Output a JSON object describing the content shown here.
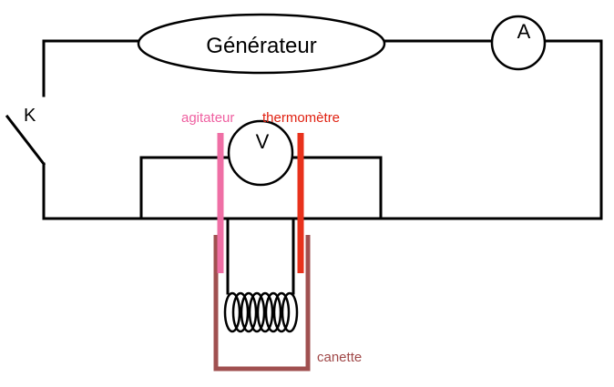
{
  "diagram": {
    "generator_label": "Générateur",
    "ammeter_label": "A",
    "voltmeter_label": "V",
    "switch_label": "K",
    "stirrer_label": "agitateur",
    "thermometer_label": "thermomètre",
    "can_label": "canette"
  },
  "colors": {
    "wire": "#000000",
    "stirrer": "#ef6fa5",
    "thermometer": "#e8321c",
    "can": "#a05050",
    "stirrer_label": "#ef5fa0",
    "thermometer_label": "#e02010",
    "can_label": "#a04848"
  }
}
